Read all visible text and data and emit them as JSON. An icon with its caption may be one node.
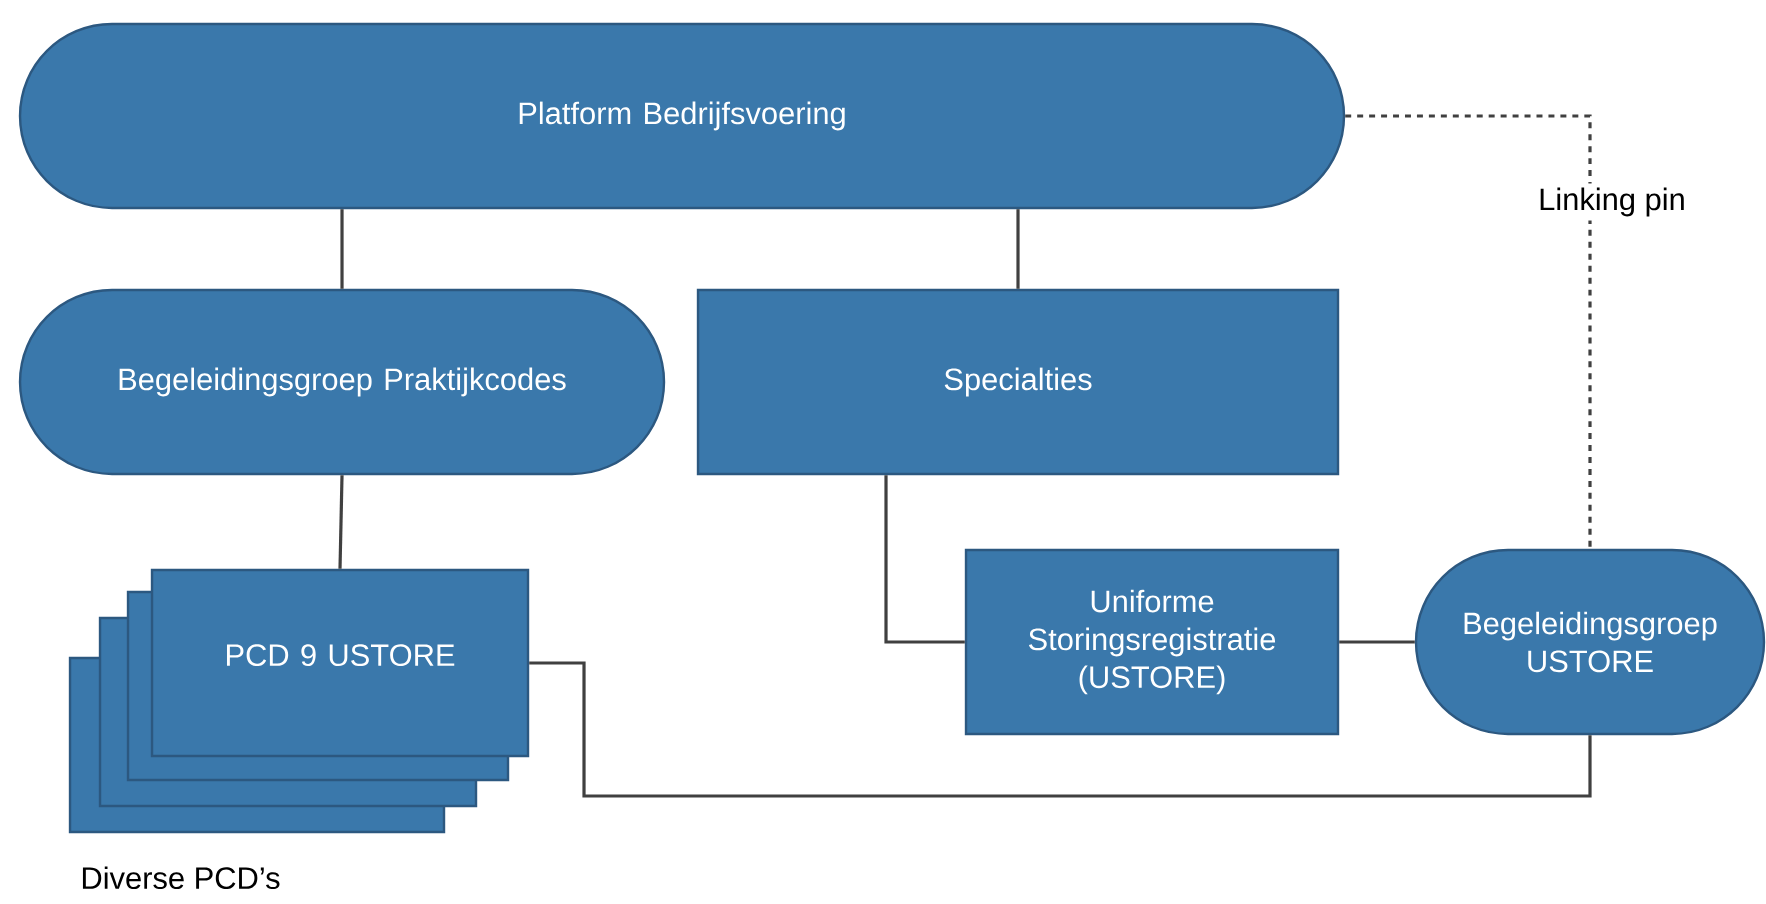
{
  "diagram": {
    "nodes": [
      {
        "text": [
          "Platform Bedrijfsvoering"
        ]
      },
      {
        "text": [
          "Begeleidingsgroep Praktijkcodes"
        ]
      },
      {
        "text": [
          "Specialties"
        ]
      },
      {
        "text": [],
        "shape": "box"
      },
      {
        "text": [],
        "shape": "box"
      },
      {
        "text": [],
        "shape": "box"
      },
      {
        "text": [
          "PCD 9 USTORE"
        ]
      },
      {
        "text": [
          "Uniforme Storingsregistratie (USTORE)"
        ]
      },
      {
        "text": [
          "Begeleidingsgroep USTORE"
        ]
      }
    ],
    "edges": [
      {
        "from": 0,
        "to": 1,
        "arrow": "none"
      },
      {
        "from": 0,
        "to": 2,
        "arrow": "none"
      },
      {
        "from": 0,
        "to": 8,
        "arrow": "none",
        "style": "dashed",
        "label": "Linking pin"
      },
      {
        "from": 1,
        "to": 6,
        "arrow": "none"
      },
      {
        "from": 2,
        "to": 7,
        "arrow": "none"
      },
      {
        "from": 7,
        "to": 8,
        "arrow": "none"
      },
      {
        "from": 6,
        "to": 8,
        "arrow": "none"
      }
    ],
    "labels": [
      "Diverse PCD’s"
    ]
  }
}
